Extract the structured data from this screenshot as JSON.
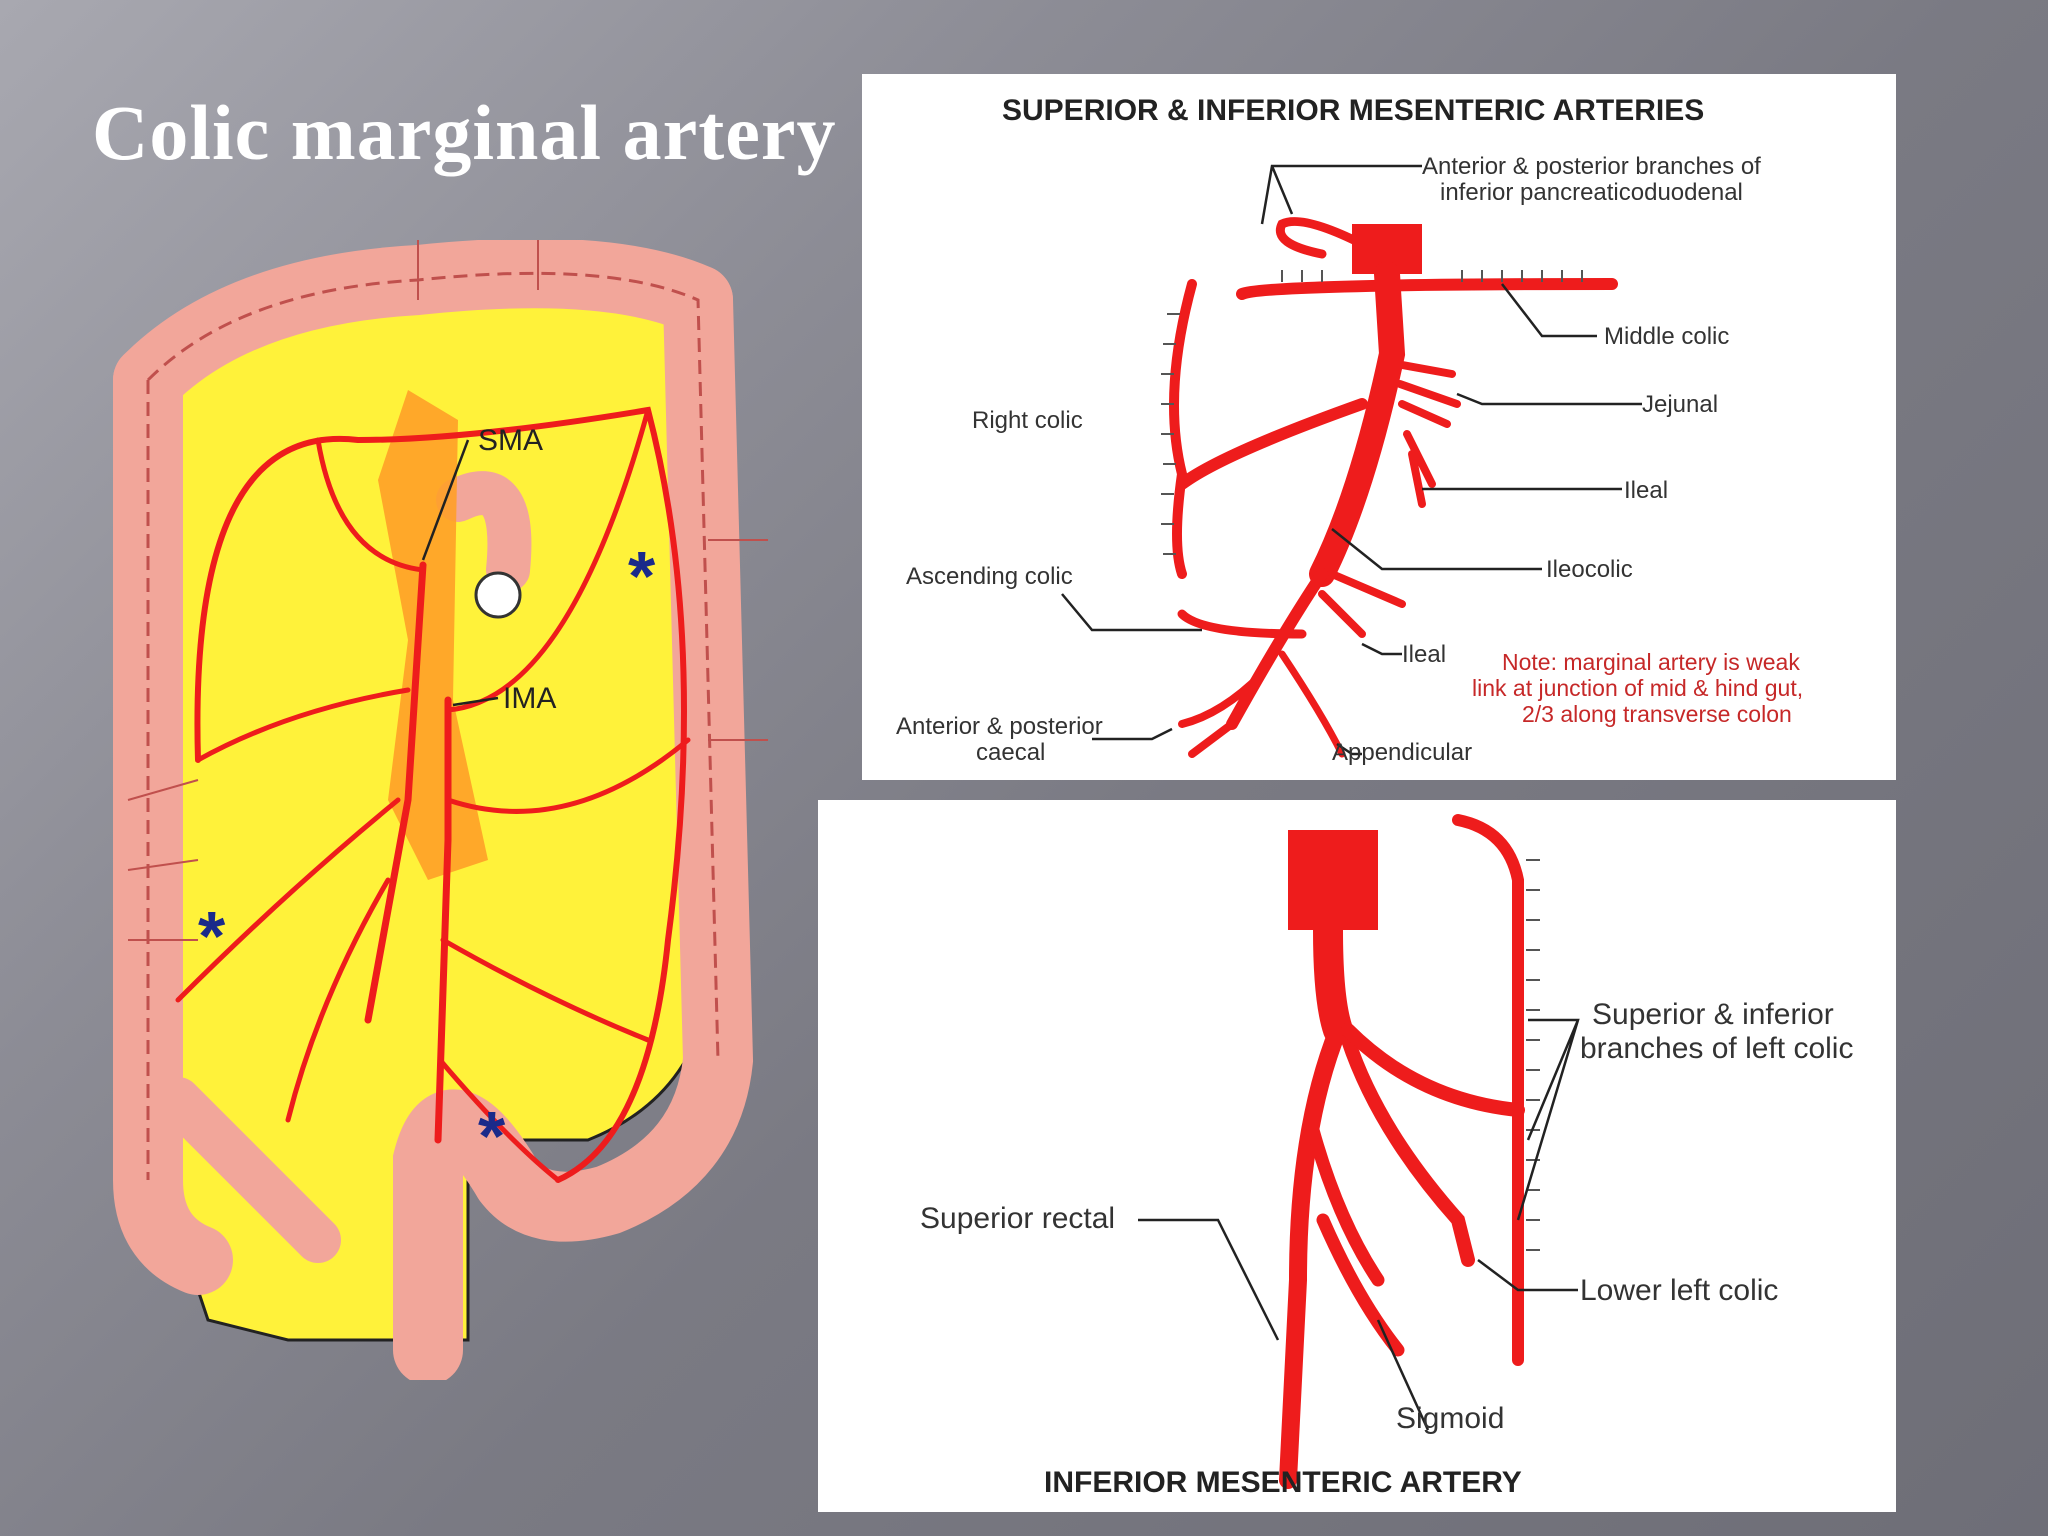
{
  "slide": {
    "title": "Colic marginal artery"
  },
  "colon_diagram": {
    "sma_label": "SMA",
    "ima_label": "IMA",
    "asterisk": "*"
  },
  "sma_panel": {
    "title": "SUPERIOR & INFERIOR MESENTERIC ARTERIES",
    "labels": {
      "pancreaticoduodenal_line1": "Anterior & posterior branches of",
      "pancreaticoduodenal_line2": "inferior pancreaticoduodenal",
      "middle_colic": "Middle colic",
      "jejunal": "Jejunal",
      "right_colic": "Right colic",
      "ileal_upper": "Ileal",
      "ileocolic": "Ileocolic",
      "ascending_colic": "Ascending colic",
      "ileal_lower": "Ileal",
      "caecal_line1": "Anterior & posterior",
      "caecal_line2": "caecal",
      "appendicular": "Appendicular"
    },
    "note": {
      "line1": "Note: marginal artery is weak",
      "line2": "link at junction of mid & hind gut,",
      "line3": "2/3 along transverse colon"
    }
  },
  "ima_panel": {
    "title": "INFERIOR MESENTERIC ARTERY",
    "labels": {
      "left_colic_line1": "Superior & inferior",
      "left_colic_line2": "branches of left colic",
      "superior_rectal": "Superior rectal",
      "lower_left_colic": "Lower left colic",
      "sigmoid": "Sigmoid"
    }
  },
  "colors": {
    "artery_red": "#ee1c1c",
    "mesentery_yellow": "#fff23a",
    "colon_pink": "#f2a69a",
    "note_red": "#c62828"
  }
}
